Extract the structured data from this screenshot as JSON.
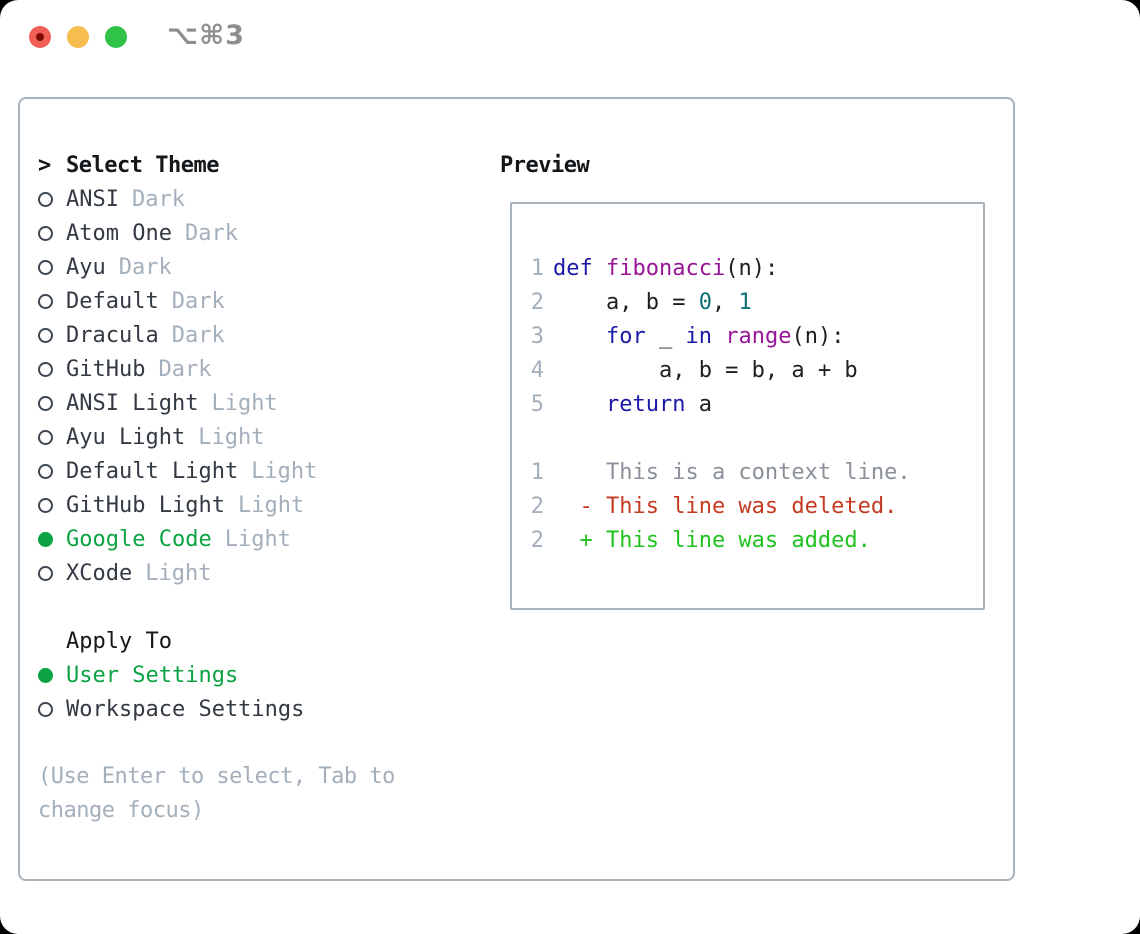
{
  "window": {
    "title": "⌥⌘3"
  },
  "colors": {
    "ui_green": "#0ca344",
    "text": "#333a43",
    "muted": "#a4afbc",
    "border": "#a9b3bd",
    "line_number": "#a4afbc",
    "keyword": "#1a1aa6",
    "function": "#971697",
    "literal": "#0e7070",
    "plain": "#1e1e1e",
    "diff_context": "#8a9199",
    "diff_deleted": "#c53b22",
    "diff_added": "#1fc21f"
  },
  "theme_selector": {
    "cursor": ">",
    "header": "Select Theme",
    "themes": [
      {
        "name": "ANSI",
        "tag": "Dark",
        "selected": false
      },
      {
        "name": "Atom One",
        "tag": "Dark",
        "selected": false
      },
      {
        "name": "Ayu",
        "tag": "Dark",
        "selected": false
      },
      {
        "name": "Default",
        "tag": "Dark",
        "selected": false
      },
      {
        "name": "Dracula",
        "tag": "Dark",
        "selected": false
      },
      {
        "name": "GitHub",
        "tag": "Dark",
        "selected": false
      },
      {
        "name": "ANSI Light",
        "tag": "Light",
        "selected": false
      },
      {
        "name": "Ayu Light",
        "tag": "Light",
        "selected": false
      },
      {
        "name": "Default Light",
        "tag": "Light",
        "selected": false
      },
      {
        "name": "GitHub Light",
        "tag": "Light",
        "selected": false
      },
      {
        "name": "Google Code",
        "tag": "Light",
        "selected": true
      },
      {
        "name": "XCode",
        "tag": "Light",
        "selected": false
      }
    ],
    "apply_to": {
      "header": "Apply To",
      "options": [
        {
          "label": "User Settings",
          "selected": true
        },
        {
          "label": "Workspace Settings",
          "selected": false
        }
      ]
    },
    "help": "(Use Enter to select, Tab to\nchange focus)"
  },
  "preview": {
    "header": "Preview",
    "code_lines": [
      {
        "num": "1",
        "tokens": [
          [
            "keyword",
            "def"
          ],
          [
            "plain",
            " "
          ],
          [
            "function",
            "fibonacci"
          ],
          [
            "plain",
            "(n):"
          ]
        ]
      },
      {
        "num": "2",
        "tokens": [
          [
            "plain",
            "    a, b = "
          ],
          [
            "literal",
            "0"
          ],
          [
            "plain",
            ", "
          ],
          [
            "literal",
            "1"
          ]
        ]
      },
      {
        "num": "3",
        "tokens": [
          [
            "plain",
            "    "
          ],
          [
            "keyword",
            "for"
          ],
          [
            "plain",
            " _ "
          ],
          [
            "keyword",
            "in"
          ],
          [
            "plain",
            " "
          ],
          [
            "function",
            "range"
          ],
          [
            "plain",
            "(n):"
          ]
        ]
      },
      {
        "num": "4",
        "tokens": [
          [
            "plain",
            "        a, b = b, a + b"
          ]
        ]
      },
      {
        "num": "5",
        "tokens": [
          [
            "plain",
            "    "
          ],
          [
            "keyword",
            "return"
          ],
          [
            "plain",
            " a"
          ]
        ]
      }
    ],
    "diff_lines": [
      {
        "num": "1",
        "type": "context",
        "text": "    This is a context line."
      },
      {
        "num": "2",
        "type": "deleted",
        "text": "  - This line was deleted."
      },
      {
        "num": "2",
        "type": "added",
        "text": "  + This line was added."
      }
    ]
  }
}
